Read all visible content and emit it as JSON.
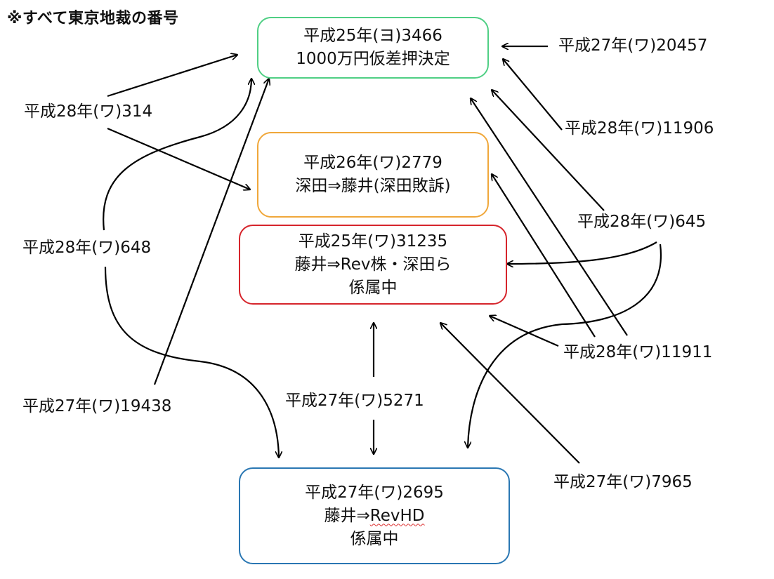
{
  "note": "※すべて東京地裁の番号",
  "colors": {
    "green": "#4fcf84",
    "orange": "#f0a73a",
    "red": "#d6252c",
    "blue": "#2a77b3",
    "arrow": "#000000"
  },
  "boxes": {
    "top": {
      "line1": "平成25年(ヨ)3466",
      "line2": "1000万円仮差押決定"
    },
    "middle": {
      "line1": "平成26年(ワ)2779",
      "line2": "深田⇒藤井(深田敗訴)"
    },
    "center": {
      "line1": "平成25年(ワ)31235",
      "line2": "藤井⇒Rev株・深田ら",
      "line3": "係属中"
    },
    "bottom": {
      "line1": "平成27年(ワ)2695",
      "line2a": "藤井⇒",
      "line2b": "RevHD",
      "line3": "係属中"
    }
  },
  "labels": {
    "l314": "平成28年(ワ)314",
    "l648": "平成28年(ワ)648",
    "l19438": "平成27年(ワ)19438",
    "l5271": "平成27年(ワ)5271",
    "l20457": "平成27年(ワ)20457",
    "l11906": "平成28年(ワ)11906",
    "l645": "平成28年(ワ)645",
    "l11911": "平成28年(ワ)11911",
    "l7965": "平成27年(ワ)7965"
  }
}
